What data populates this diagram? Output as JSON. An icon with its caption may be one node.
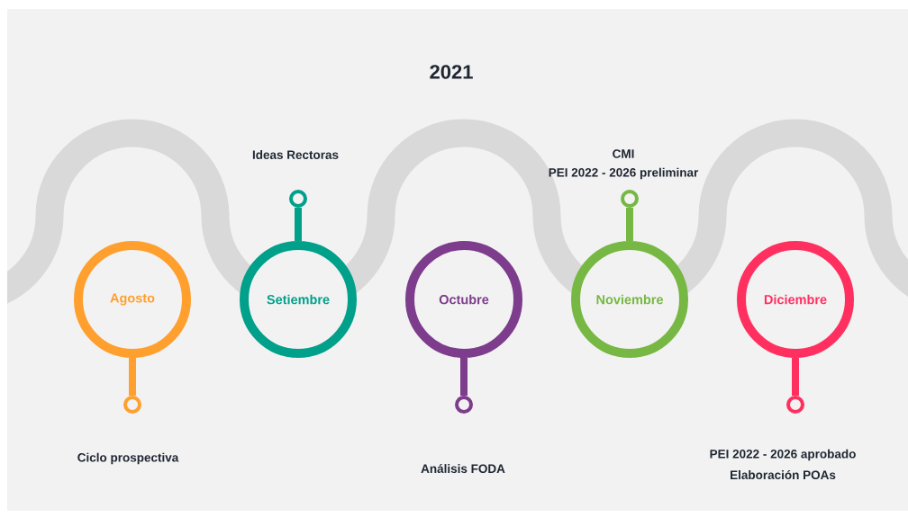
{
  "diagram": {
    "title": "2021",
    "nodes": [
      {
        "text": [
          "Agosto"
        ]
      },
      {
        "text": [
          "Setiembre"
        ]
      },
      {
        "text": [
          "Octubre"
        ]
      },
      {
        "text": [
          "Noviembre"
        ]
      },
      {
        "text": [
          "Diciembre"
        ]
      },
      {
        "text": [],
        "shape": "circle",
        "beside": [
          "Ciclo prospectiva"
        ]
      },
      {
        "text": [],
        "shape": "circle",
        "beside": [
          "Ideas Rectoras"
        ]
      },
      {
        "text": [],
        "shape": "circle"
      },
      {
        "text": [],
        "shape": "circle",
        "beside": [
          "CMI",
          "PEI 2022 - 2026 preliminar"
        ]
      },
      {
        "text": [],
        "shape": "circle",
        "beside": [
          "PEI 2022 - 2026 aprobado",
          "Elaboración POAs"
        ]
      }
    ],
    "edges": [
      {
        "from": 0,
        "to": 5,
        "arrow": "none",
        "color": "#ff9f2e"
      },
      {
        "from": 1,
        "to": 6,
        "arrow": "none",
        "color": "#00a08a"
      },
      {
        "from": 2,
        "to": 7,
        "arrow": "none",
        "color": "#7d3c8c"
      },
      {
        "from": 3,
        "to": 8,
        "arrow": "none",
        "color": "#76b843"
      },
      {
        "from": 4,
        "to": 9,
        "arrow": "none",
        "color": "#ff3060"
      }
    ],
    "labels": [
      "Análisis FODA"
    ]
  }
}
